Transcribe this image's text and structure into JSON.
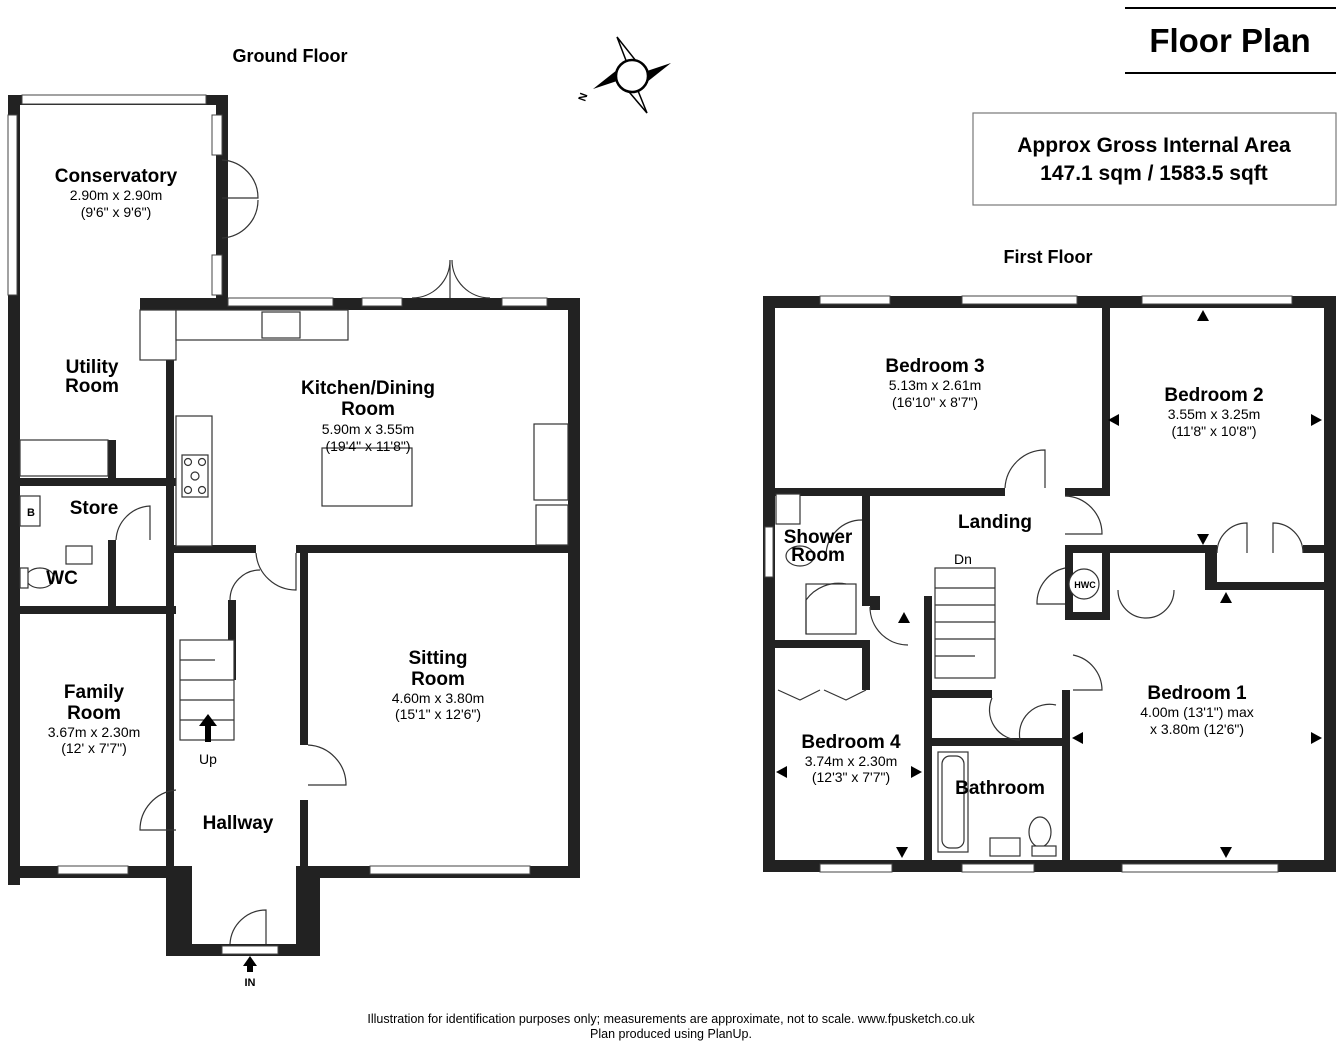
{
  "header": {
    "title": "Floor Plan",
    "area_label": "Approx Gross Internal Area",
    "area_value": "147.1 sqm / 1583.5 sqft"
  },
  "compass": {
    "letter": "N"
  },
  "floors": {
    "ground": {
      "label": "Ground Floor",
      "rooms": {
        "conservatory": {
          "name": "Conservatory",
          "dim_m": "2.90m x 2.90m",
          "dim_ft": "(9'6\" x 9'6\")"
        },
        "utility": {
          "name_line1": "Utility",
          "name_line2": "Room"
        },
        "kitchen": {
          "name_line1": "Kitchen/Dining",
          "name_line2": "Room",
          "dim_m": "5.90m x 3.55m",
          "dim_ft": "(19'4\" x 11'8\")"
        },
        "store": {
          "name": "Store"
        },
        "wc": {
          "name": "WC"
        },
        "family": {
          "name_line1": "Family",
          "name_line2": "Room",
          "dim_m": "3.67m x 2.30m",
          "dim_ft": "(12' x 7'7\")"
        },
        "sitting": {
          "name_line1": "Sitting",
          "name_line2": "Room",
          "dim_m": "4.60m x 3.80m",
          "dim_ft": "(15'1\" x 12'6\")"
        },
        "hallway": {
          "name": "Hallway"
        }
      },
      "marks": {
        "boiler": "B",
        "up": "Up",
        "entrance": "IN"
      }
    },
    "first": {
      "label": "First Floor",
      "rooms": {
        "bedroom3": {
          "name": "Bedroom 3",
          "dim_m": "5.13m x 2.61m",
          "dim_ft": "(16'10\" x 8'7\")"
        },
        "bedroom2": {
          "name": "Bedroom 2",
          "dim_m": "3.55m x 3.25m",
          "dim_ft": "(11'8\" x 10'8\")"
        },
        "shower": {
          "name_line1": "Shower",
          "name_line2": "Room"
        },
        "landing": {
          "name": "Landing"
        },
        "bedroom1": {
          "name": "Bedroom 1",
          "dim_m": "4.00m (13'1\") max",
          "dim_ft": "x 3.80m (12'6\")"
        },
        "bedroom4": {
          "name": "Bedroom 4",
          "dim_m": "3.74m x 2.30m",
          "dim_ft": "(12'3\" x 7'7\")"
        },
        "bathroom": {
          "name": "Bathroom"
        }
      },
      "marks": {
        "down": "Dn",
        "hwc": "HWC"
      }
    }
  },
  "footer": {
    "line1": "Illustration for identification purposes only; measurements are approximate, not to scale. www.fpusketch.co.uk",
    "line2": "Plan produced using PlanUp."
  }
}
